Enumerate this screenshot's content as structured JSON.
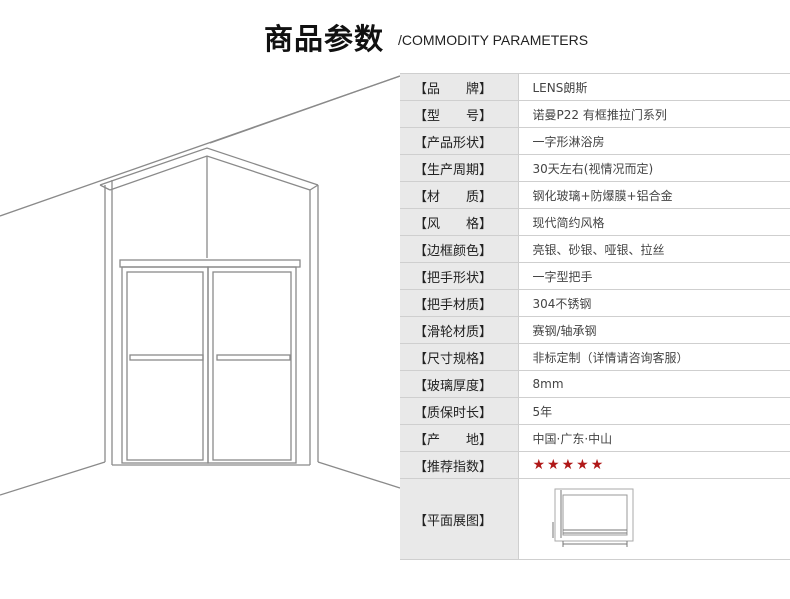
{
  "header": {
    "title_cn": "商品参数",
    "title_en": "/COMMODITY PARAMETERS"
  },
  "params": [
    {
      "label": "【品　　牌】",
      "value": "LENS朗斯"
    },
    {
      "label": "【型　　号】",
      "value": "诺曼P22  有框推拉门系列"
    },
    {
      "label": "【产品形状】",
      "value": "一字形淋浴房"
    },
    {
      "label": "【生产周期】",
      "value": "30天左右(视情况而定)"
    },
    {
      "label": "【材　　质】",
      "value": "钢化玻璃+防爆膜+铝合金"
    },
    {
      "label": "【风　　格】",
      "value": "现代简约风格"
    },
    {
      "label": "【边框颜色】",
      "value": "亮银、砂银、哑银、拉丝"
    },
    {
      "label": "【把手形状】",
      "value": "一字型把手"
    },
    {
      "label": "【把手材质】",
      "value": "304不锈钢"
    },
    {
      "label": "【滑轮材质】",
      "value": "赛钢/轴承钢"
    },
    {
      "label": "【尺寸规格】",
      "value": "非标定制（详情请咨询客服）"
    },
    {
      "label": "【玻璃厚度】",
      "value": "8mm"
    },
    {
      "label": "【质保时长】",
      "value": "5年"
    },
    {
      "label": "【产　　地】",
      "value": "中国·广东·中山"
    },
    {
      "label": "【推荐指数】",
      "value": "★★★★★"
    },
    {
      "label": "【平面展图】",
      "value": ""
    }
  ],
  "colors": {
    "label_bg": "#e9e9e9",
    "star": "#b01818",
    "line": "#888888"
  }
}
